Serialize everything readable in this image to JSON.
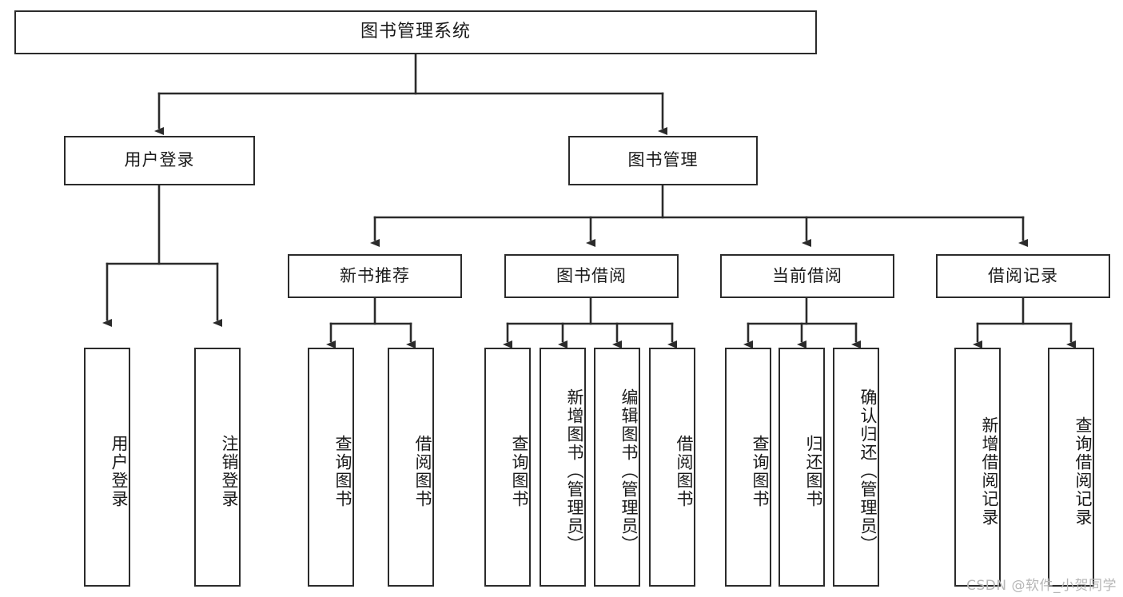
{
  "diagram": {
    "type": "tree",
    "title": "图书管理系统",
    "watermark": "CSDN @软件_小贺同学",
    "colors": {
      "stroke": "#2b2b2b",
      "fill": "#ffffff",
      "text": "#1a1a1a",
      "watermark": "#b6b6b6"
    },
    "root": {
      "label": "图书管理系统"
    },
    "level2": [
      {
        "label": "用户登录"
      },
      {
        "label": "图书管理"
      }
    ],
    "level3": [
      {
        "label": "新书推荐"
      },
      {
        "label": "图书借阅"
      },
      {
        "label": "当前借阅"
      },
      {
        "label": "借阅记录"
      }
    ],
    "leaves": {
      "user_login": [
        {
          "label": "用户登录"
        },
        {
          "label": "注销登录"
        }
      ],
      "new_books": [
        {
          "label": "查询图书"
        },
        {
          "label": "借阅图书"
        }
      ],
      "book_borrow": [
        {
          "label": "查询图书"
        },
        {
          "label": "新增图书（管理员）"
        },
        {
          "label": "编辑图书（管理员）"
        },
        {
          "label": "借阅图书"
        }
      ],
      "current_borrow": [
        {
          "label": "查询图书"
        },
        {
          "label": "归还图书"
        },
        {
          "label": "确认归还（管理员）"
        }
      ],
      "borrow_records": [
        {
          "label": "新增借阅记录"
        },
        {
          "label": "查询借阅记录"
        }
      ]
    }
  }
}
